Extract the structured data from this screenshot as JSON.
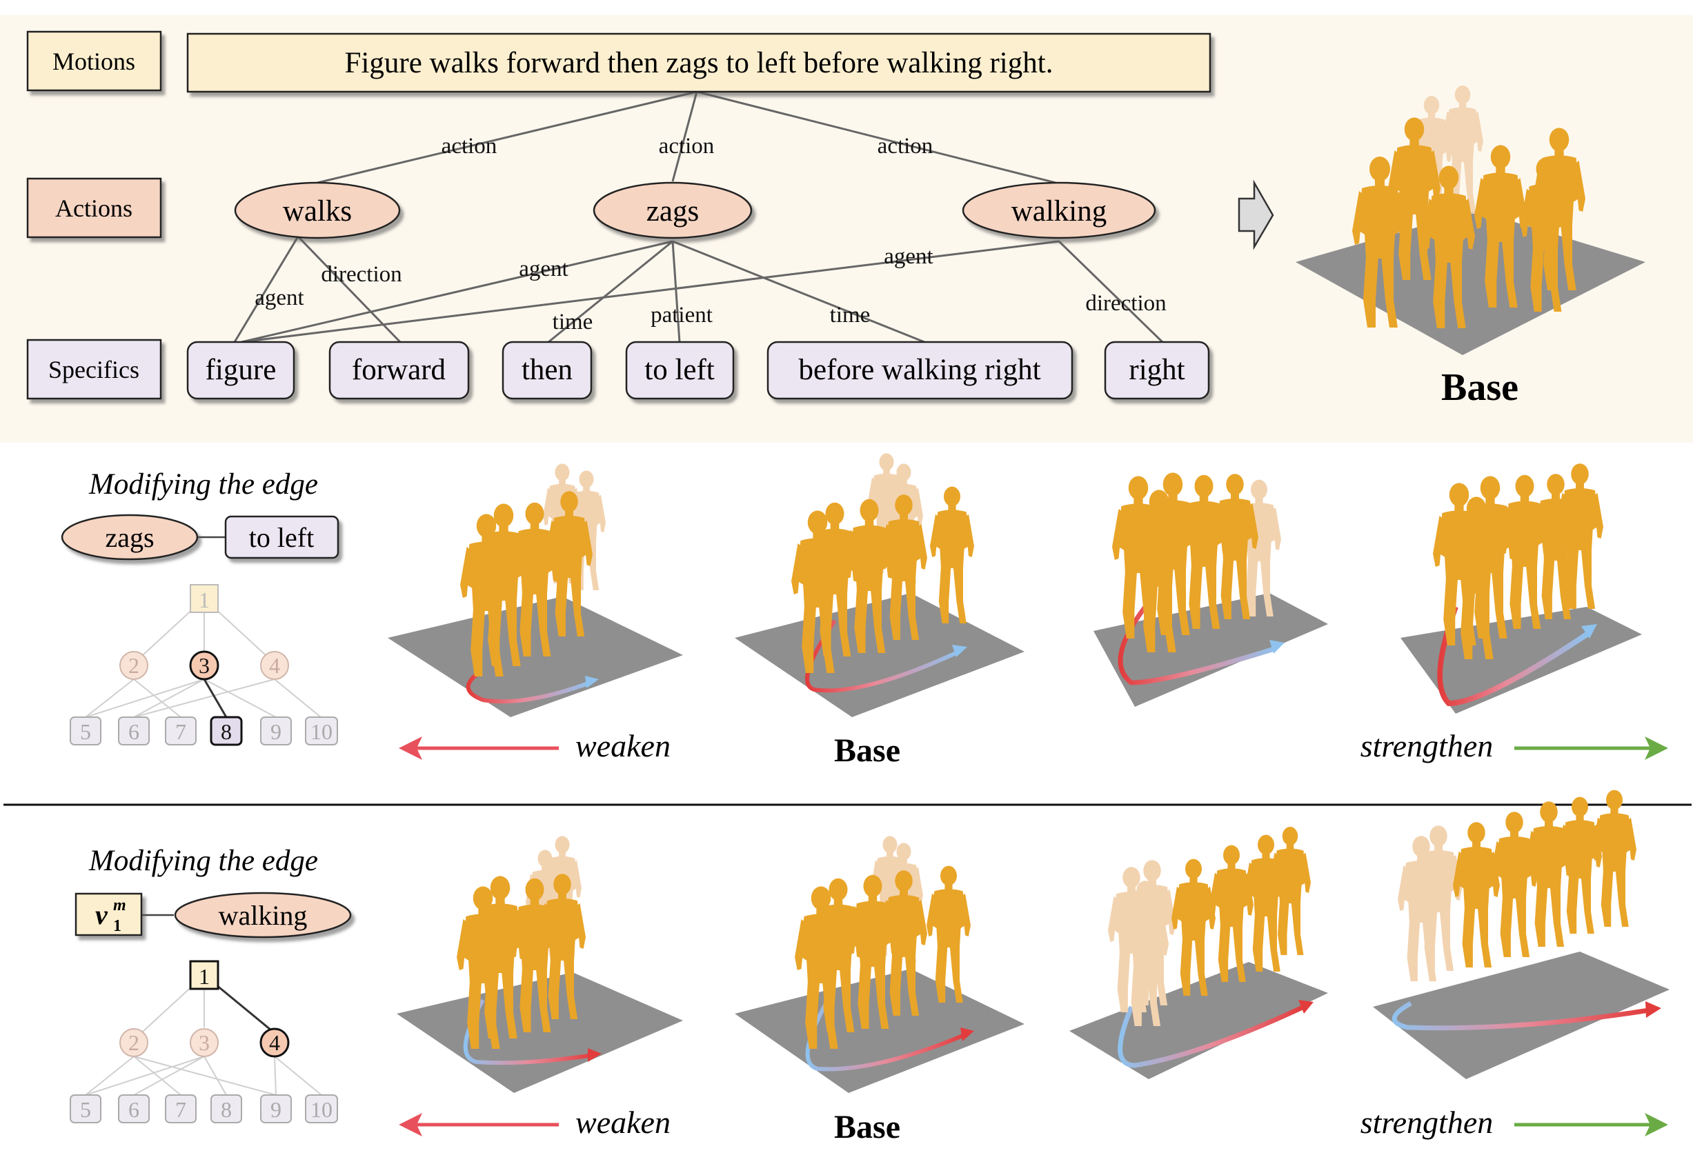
{
  "top": {
    "levels": {
      "motions": "Motions",
      "actions": "Actions",
      "specifics": "Specifics"
    },
    "sentence": "Figure walks forward then zags to left before walking right.",
    "actions": [
      "walks",
      "zags",
      "walking"
    ],
    "specifics": [
      "figure",
      "forward",
      "then",
      "to left",
      "before walking right",
      "right"
    ],
    "edge_labels": {
      "action": "action",
      "agent": "agent",
      "direction": "direction",
      "time": "time",
      "patient": "patient"
    },
    "base_label": "Base"
  },
  "rows": [
    {
      "modify_title": "Modifying the edge",
      "edge_from": "zags",
      "edge_to": "to left",
      "tree": {
        "root": "1",
        "middle": [
          "2",
          "3",
          "4"
        ],
        "leaves": [
          "5",
          "6",
          "7",
          "8",
          "9",
          "10"
        ],
        "highlighted": [
          "3",
          "8"
        ]
      },
      "scale": {
        "weaken": "weaken",
        "base": "Base",
        "strengthen": "strengthen"
      }
    },
    {
      "modify_title": "Modifying the edge",
      "edge_from": "v",
      "edge_from_sup": "m",
      "edge_from_sub": "1",
      "edge_to": "walking",
      "tree": {
        "root": "1",
        "middle": [
          "2",
          "3",
          "4"
        ],
        "leaves": [
          "5",
          "6",
          "7",
          "8",
          "9",
          "10"
        ],
        "highlighted": [
          "1",
          "4"
        ]
      },
      "scale": {
        "weaken": "weaken",
        "base": "Base",
        "strengthen": "strengthen"
      }
    }
  ],
  "colors": {
    "panel_bg": "#fdf8ee",
    "motion_box": "#fcefcf",
    "action_ellipse": "#f6d5c3",
    "specific_box": "#ebe6f1",
    "figure": "#e9a528",
    "figure_light": "#f2cf9a",
    "floor": "#8f8f8f",
    "path_blue": "#8fc2ee",
    "path_red": "#e23c3c",
    "weaken": "#e8505b",
    "strengthen": "#6aab45"
  }
}
